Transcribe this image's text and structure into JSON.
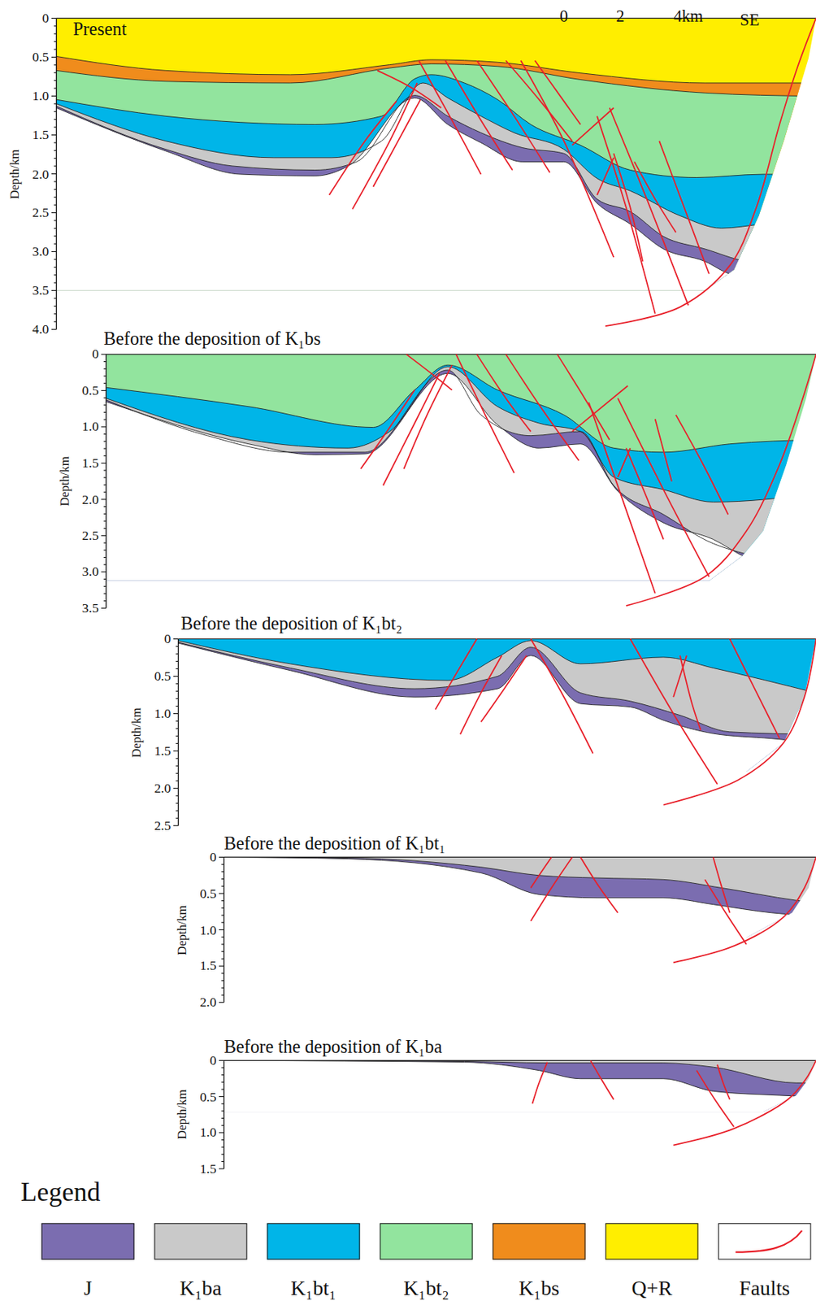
{
  "diagram": {
    "labels": [
      "Present",
      "0",
      "2",
      "4km",
      "SE",
      "Depth/km",
      "0",
      "0.5",
      "1.0",
      "1.5",
      "2.0",
      "2.5",
      "3.0",
      "3.5",
      "4.0",
      "Before the deposition of K₁bs",
      "Depth/km",
      "0",
      "0.5",
      "1.0",
      "1.5",
      "2.0",
      "2.5",
      "3.0",
      "3.5",
      "Before the deposition of K₁bt₂",
      "Depth/km",
      "0",
      "0.5",
      "1.0",
      "1.5",
      "2.0",
      "2.5",
      "Before the deposition of K₁bt₁",
      "Depth/km",
      "0",
      "0.5",
      "1.0",
      "1.5",
      "2.0",
      "Before the deposition of K₁ba",
      "Depth/km",
      "0",
      "0.5",
      "1.0",
      "1.5",
      "Legend"
    ],
    "legend": [
      {
        "text": "J",
        "color": "#7b6db0"
      },
      {
        "text": "K₁ba",
        "color": "#c9c9c9"
      },
      {
        "text": "K₁bt₁",
        "color": "#00b5e8"
      },
      {
        "text": "K₁bt₂",
        "color": "#92e49e"
      },
      {
        "text": "K₁bs",
        "color": "#f08c1c"
      },
      {
        "text": "Q+R",
        "color": "#ffee00"
      },
      {
        "text": "Faults"
      }
    ]
  }
}
